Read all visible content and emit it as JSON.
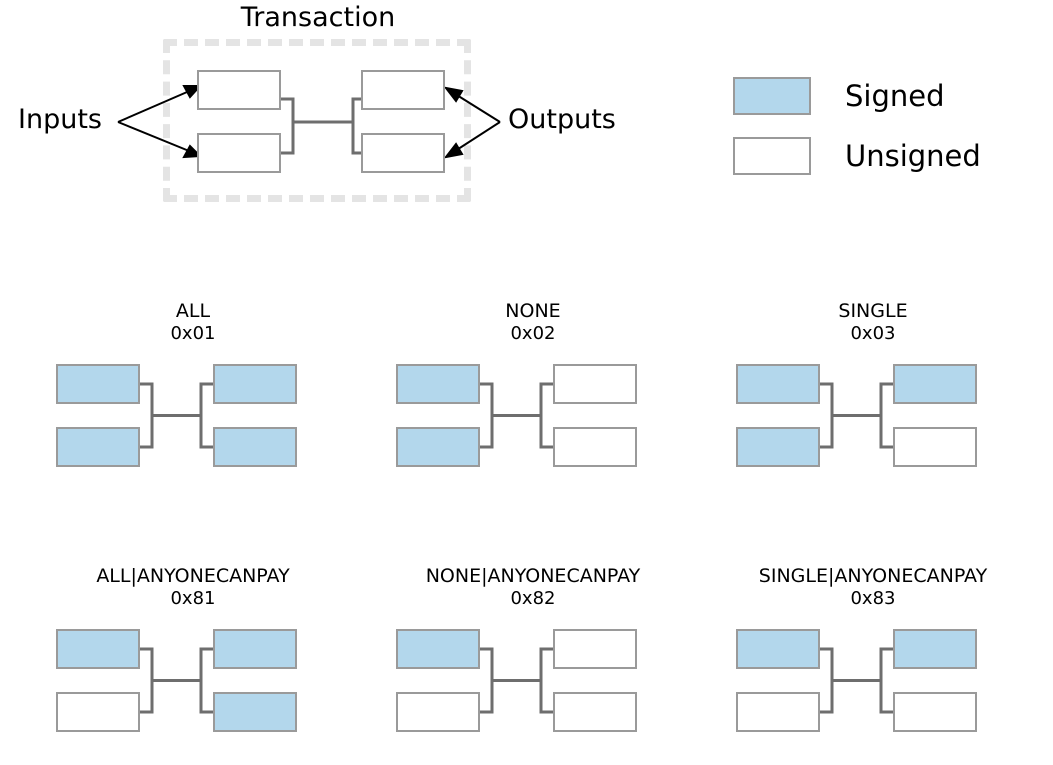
{
  "top": {
    "title": "Transaction",
    "inputs_label": "Inputs",
    "outputs_label": "Outputs",
    "boxes": {
      "input_1": "unsigned",
      "input_2": "unsigned",
      "output_1": "unsigned",
      "output_2": "unsigned"
    }
  },
  "legend": {
    "items": [
      {
        "label": "Signed",
        "state": "signed",
        "color": "#b3d7ec"
      },
      {
        "label": "Unsigned",
        "state": "unsigned",
        "color": "#ffffff"
      }
    ]
  },
  "colors": {
    "signed_fill": "#b3d7ec",
    "unsigned_fill": "#ffffff",
    "box_stroke": "#9a9a9a",
    "connector_stroke": "#6e6e6e",
    "dashed_stroke": "#e4e4e4",
    "text": "#000000",
    "background": "#ffffff"
  },
  "sighash_types": [
    {
      "name": "ALL",
      "code": "0x01",
      "inputs": [
        "signed",
        "signed"
      ],
      "outputs": [
        "signed",
        "signed"
      ]
    },
    {
      "name": "NONE",
      "code": "0x02",
      "inputs": [
        "signed",
        "signed"
      ],
      "outputs": [
        "unsigned",
        "unsigned"
      ]
    },
    {
      "name": "SINGLE",
      "code": "0x03",
      "inputs": [
        "signed",
        "signed"
      ],
      "outputs": [
        "signed",
        "unsigned"
      ]
    },
    {
      "name": "ALL|ANYONECANPAY",
      "code": "0x81",
      "inputs": [
        "signed",
        "unsigned"
      ],
      "outputs": [
        "signed",
        "signed"
      ]
    },
    {
      "name": "NONE|ANYONECANPAY",
      "code": "0x82",
      "inputs": [
        "signed",
        "unsigned"
      ],
      "outputs": [
        "unsigned",
        "unsigned"
      ]
    },
    {
      "name": "SINGLE|ANYONECANPAY",
      "code": "0x83",
      "inputs": [
        "signed",
        "unsigned"
      ],
      "outputs": [
        "signed",
        "unsigned"
      ]
    }
  ]
}
